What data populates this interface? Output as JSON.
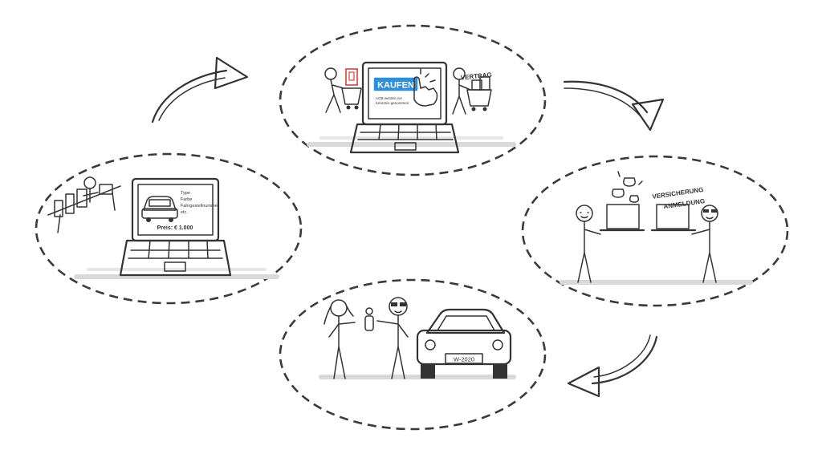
{
  "colors": {
    "accent": "#2f8fd8",
    "accent_dark": "#1f6fb2",
    "money_green": "#3aa635",
    "ink": "#333333"
  },
  "step1": {
    "listing_lines": [
      "Type",
      "Farbe",
      "Fahrgestellnummer",
      "etc."
    ],
    "price": "Preis: € 1.000"
  },
  "step2": {
    "buy_button": "KAUFEN",
    "agb_line1": "AGB werden zur",
    "agb_line2": "Kenntnis genommen",
    "contract_label": "VERTRAG"
  },
  "step3": {
    "insurance_label": "VERSICHERUNG",
    "registration_label": "ANMELDUNG"
  },
  "step4": {
    "license_plate": "W-2020"
  }
}
